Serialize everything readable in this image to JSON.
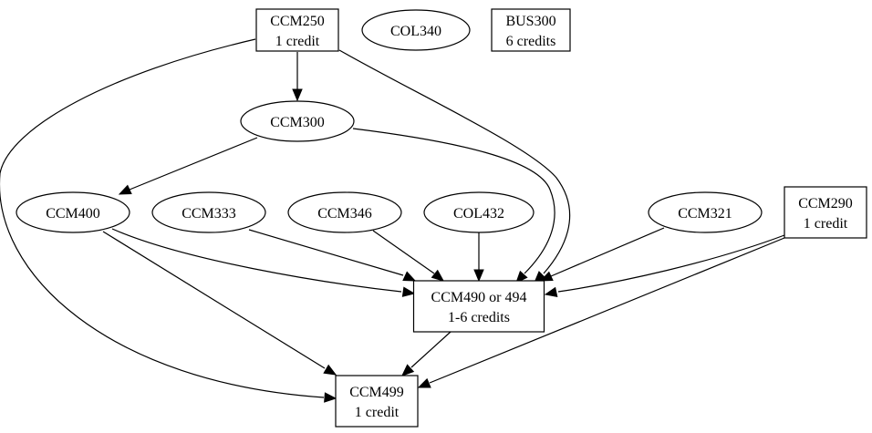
{
  "diagram": {
    "type": "directed-graph",
    "title": "",
    "nodes": [
      {
        "id": "CCM250",
        "shape": "box",
        "lines": [
          "CCM250",
          "1 credit"
        ]
      },
      {
        "id": "COL340",
        "shape": "ellipse",
        "lines": [
          "COL340"
        ]
      },
      {
        "id": "BUS300",
        "shape": "box",
        "lines": [
          "BUS300",
          "6 credits"
        ]
      },
      {
        "id": "CCM300",
        "shape": "ellipse",
        "lines": [
          "CCM300"
        ]
      },
      {
        "id": "CCM400",
        "shape": "ellipse",
        "lines": [
          "CCM400"
        ]
      },
      {
        "id": "CCM333",
        "shape": "ellipse",
        "lines": [
          "CCM333"
        ]
      },
      {
        "id": "CCM346",
        "shape": "ellipse",
        "lines": [
          "CCM346"
        ]
      },
      {
        "id": "COL432",
        "shape": "ellipse",
        "lines": [
          "COL432"
        ]
      },
      {
        "id": "CCM321",
        "shape": "ellipse",
        "lines": [
          "CCM321"
        ]
      },
      {
        "id": "CCM290",
        "shape": "box",
        "lines": [
          "CCM290",
          "1 credit"
        ]
      },
      {
        "id": "CCM490",
        "shape": "box",
        "lines": [
          "CCM490 or 494",
          "1-6 credits"
        ]
      },
      {
        "id": "CCM499",
        "shape": "box",
        "lines": [
          "CCM499",
          "1 credit"
        ]
      }
    ],
    "edges": [
      {
        "from": "CCM250",
        "to": "CCM300"
      },
      {
        "from": "CCM250",
        "to": "CCM490"
      },
      {
        "from": "CCM250",
        "to": "CCM499"
      },
      {
        "from": "CCM300",
        "to": "CCM400"
      },
      {
        "from": "CCM300",
        "to": "CCM490"
      },
      {
        "from": "CCM400",
        "to": "CCM490"
      },
      {
        "from": "CCM400",
        "to": "CCM499"
      },
      {
        "from": "CCM333",
        "to": "CCM490"
      },
      {
        "from": "CCM346",
        "to": "CCM490"
      },
      {
        "from": "COL432",
        "to": "CCM490"
      },
      {
        "from": "CCM321",
        "to": "CCM490"
      },
      {
        "from": "CCM290",
        "to": "CCM490"
      },
      {
        "from": "CCM290",
        "to": "CCM499"
      },
      {
        "from": "CCM490",
        "to": "CCM499"
      }
    ]
  }
}
